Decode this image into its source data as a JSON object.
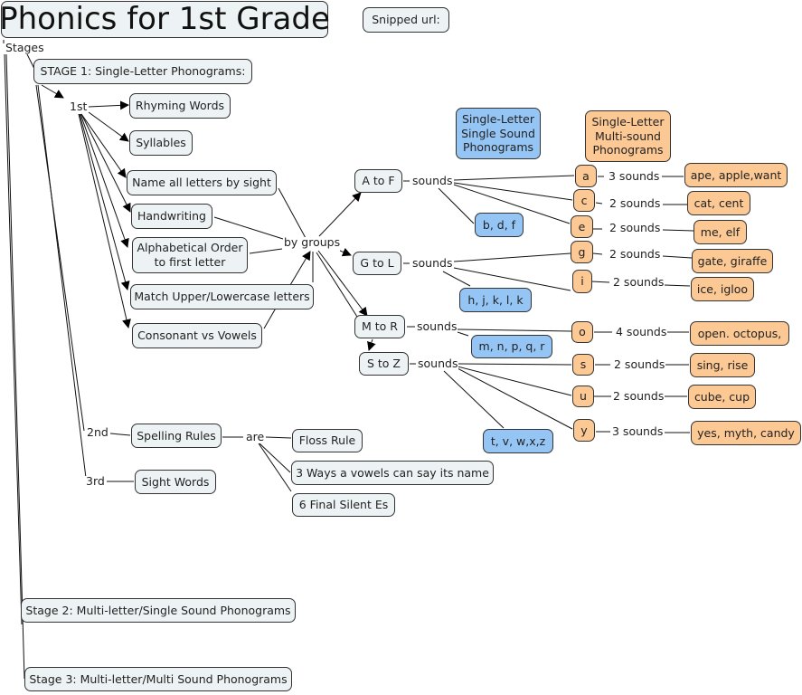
{
  "title": "Phonics for 1st Grade",
  "snipped_url_label": "Snipped url:",
  "stages_label": "Stages",
  "stage1": "STAGE 1: Single-Letter Phonograms:",
  "stage2": "Stage 2: Multi-letter/Single Sound Phonograms",
  "stage3": "Stage 3: Multi-letter/Multi Sound Phonograms",
  "grades": {
    "first": "1st",
    "second": "2nd",
    "third": "3rd"
  },
  "first_grade_items": [
    "Rhyming Words",
    "Syllables",
    "Name all letters by sight",
    "Handwriting",
    "Alphabetical Order to first letter",
    "Match Upper/Lowercase letters",
    "Consonant vs Vowels"
  ],
  "by_groups_label": "by groups",
  "groups": [
    "A to F",
    "G to L",
    "M to R",
    "S to Z"
  ],
  "sounds_label": "sounds",
  "single_sound_header": "Single-Letter Single Sound Phonograms",
  "multi_sound_header": "Single-Letter Multi-sound Phonograms",
  "single_sound_groups": [
    "b, d, f",
    "h, j, k, l, k",
    "m, n, p, q, r",
    "t, v, w,x,z"
  ],
  "multi_sound": [
    {
      "letter": "a",
      "count": "3 sounds",
      "examples": "ape, apple,want"
    },
    {
      "letter": "c",
      "count": "2 sounds",
      "examples": "cat, cent"
    },
    {
      "letter": "e",
      "count": "2 sounds",
      "examples": "me, elf"
    },
    {
      "letter": "g",
      "count": "2 sounds",
      "examples": "gate, giraffe"
    },
    {
      "letter": "i",
      "count": "2 sounds",
      "examples": "ice, igloo"
    },
    {
      "letter": "o",
      "count": "4 sounds",
      "examples": "open. octopus,"
    },
    {
      "letter": "s",
      "count": "2 sounds",
      "examples": "sing, rise"
    },
    {
      "letter": "u",
      "count": "2 sounds",
      "examples": "cube, cup"
    },
    {
      "letter": "y",
      "count": "3 sounds",
      "examples": "yes, myth, candy"
    }
  ],
  "spelling_rules": "Spelling Rules",
  "are_label": "are",
  "rules": [
    "Floss Rule",
    "3 Ways a vowels can say its name",
    "6 Final Silent Es"
  ],
  "sight_words": "Sight Words",
  "colors": {
    "node_fill": "#edf3f5",
    "blue_fill": "#95c5f5",
    "orange_fill": "#fcc894",
    "border": "#333333"
  }
}
